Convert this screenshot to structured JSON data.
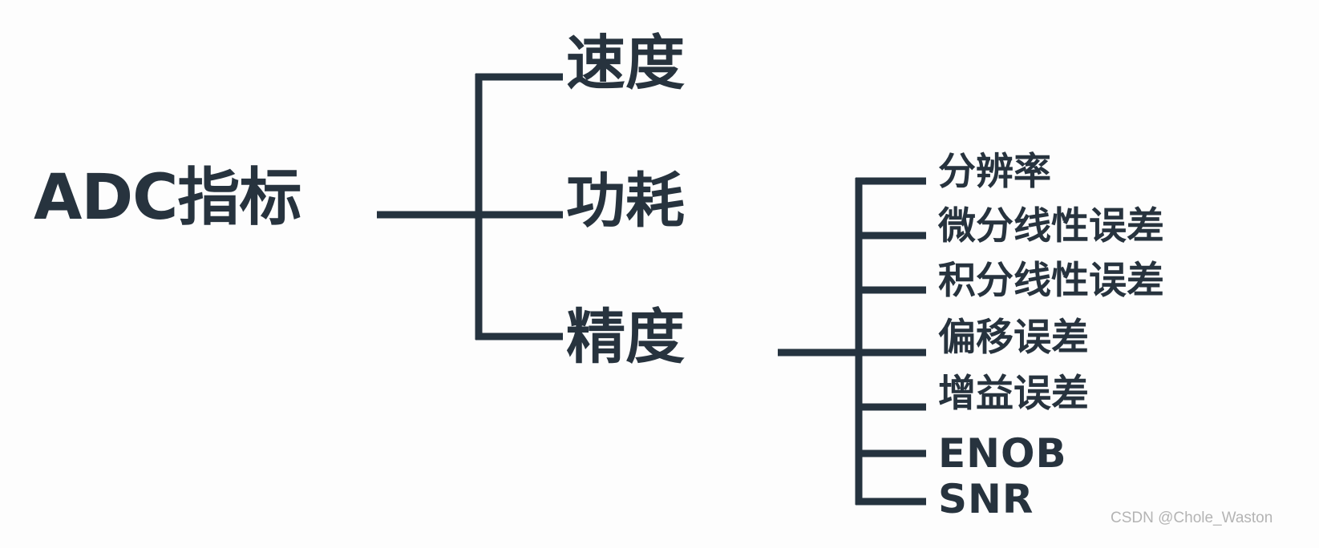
{
  "diagram": {
    "type": "tree",
    "title": "ADC指标",
    "root": {
      "label": "ADC指标"
    },
    "level2": [
      {
        "label": "速度"
      },
      {
        "label": "功耗"
      },
      {
        "label": "精度"
      }
    ],
    "level3_parent": "精度",
    "level3": [
      {
        "label": "分辨率"
      },
      {
        "label": "微分线性误差"
      },
      {
        "label": "积分线性误差"
      },
      {
        "label": "偏移误差"
      },
      {
        "label": "增益误差"
      },
      {
        "label": "ENOB"
      },
      {
        "label": "SNR"
      }
    ]
  },
  "colors": {
    "line": "#25333f",
    "text": "#27333e",
    "background": "#fdfdfd",
    "watermark": "#b4b4b4"
  },
  "watermark": {
    "text": "CSDN @Chole_Waston"
  }
}
